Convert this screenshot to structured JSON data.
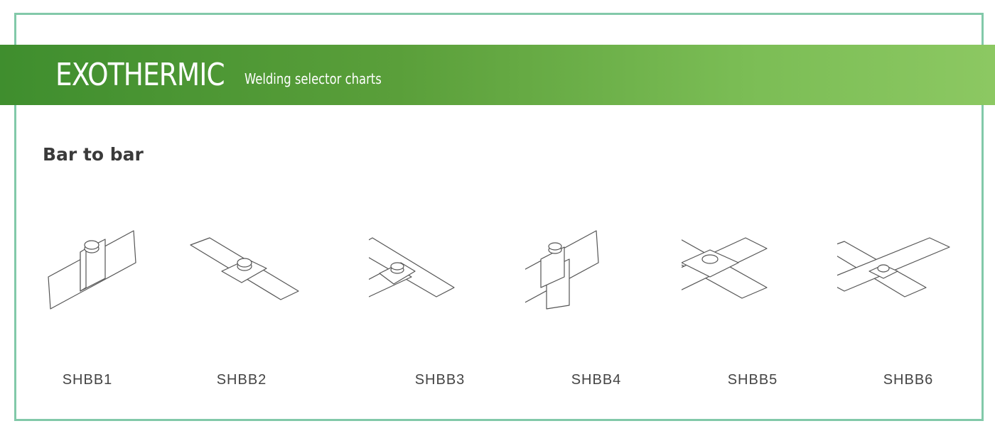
{
  "header": {
    "title": "EXOTHERMIC",
    "subtitle": "Welding selector charts"
  },
  "section_title": "Bar to bar",
  "products": [
    {
      "code": "SHBB1",
      "icon": "vertical-bar-splice-drawing"
    },
    {
      "code": "SHBB2",
      "icon": "flat-bar-splice-drawing"
    },
    {
      "code": "SHBB3",
      "icon": "flat-bar-tee-drawing"
    },
    {
      "code": "SHBB4",
      "icon": "vertical-bar-tee-drawing"
    },
    {
      "code": "SHBB5",
      "icon": "flat-bar-cross-drawing"
    },
    {
      "code": "SHBB6",
      "icon": "flat-bar-cross-overlap-drawing"
    }
  ],
  "colors": {
    "frame": "#82c9a9",
    "banner_start": "#3f8e2e",
    "banner_end": "#8cc862"
  }
}
